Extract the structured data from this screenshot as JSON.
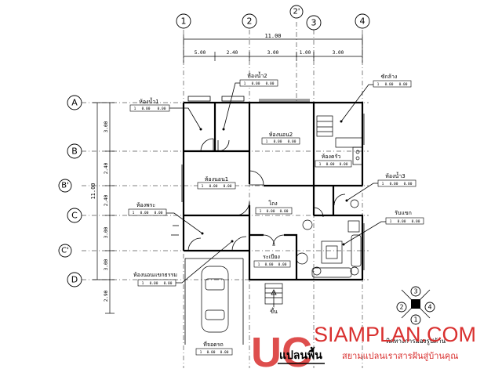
{
  "grid": {
    "columns": [
      "1",
      "2",
      "2'",
      "3",
      "4"
    ],
    "rows": [
      "A",
      "B",
      "B'",
      "C",
      "C'",
      "D"
    ]
  },
  "dimensions": {
    "total_top": "11.00",
    "top_segments": [
      "5.00",
      "2.40",
      "3.00",
      "1.00",
      "3.00"
    ],
    "total_left": "11.00",
    "left_segments": [
      "3.00",
      "2.40",
      "2.40",
      "3.00",
      "3.00",
      "2.90"
    ]
  },
  "rooms": {
    "bath1": "ห้องน้ำ1",
    "bath2": "ห้องน้ำ2",
    "laundry": "ซักล้าง",
    "bed2": "ห้องนอน2",
    "kitchen": "ห้องครัว",
    "bed1": "ห้องนอน1",
    "bath3": "ห้องน้ำ3",
    "worship": "ห้องพระ",
    "hall": "โถง",
    "living": "รับแขก",
    "master": "ห้องนอนแขกธรรม",
    "terrace": "ระเบียง",
    "carport": "ที่จอดรถ"
  },
  "tag_cells": [
    "1",
    "0.00",
    "0.00"
  ],
  "arrow_note": "ขึ้น",
  "plan_title": "แปลนพื้น",
  "compass": {
    "numbers": [
      "1",
      "2",
      "3",
      "4"
    ],
    "caption": "ทิศทางการมองรูปด้าน"
  },
  "watermark": {
    "logo": "UC",
    "brand": "SIAMPLAN.COM",
    "tagline": "สยามแปลนเราสารฝันสู่บ้านคุณ",
    "brand_color": "#d9302f"
  }
}
